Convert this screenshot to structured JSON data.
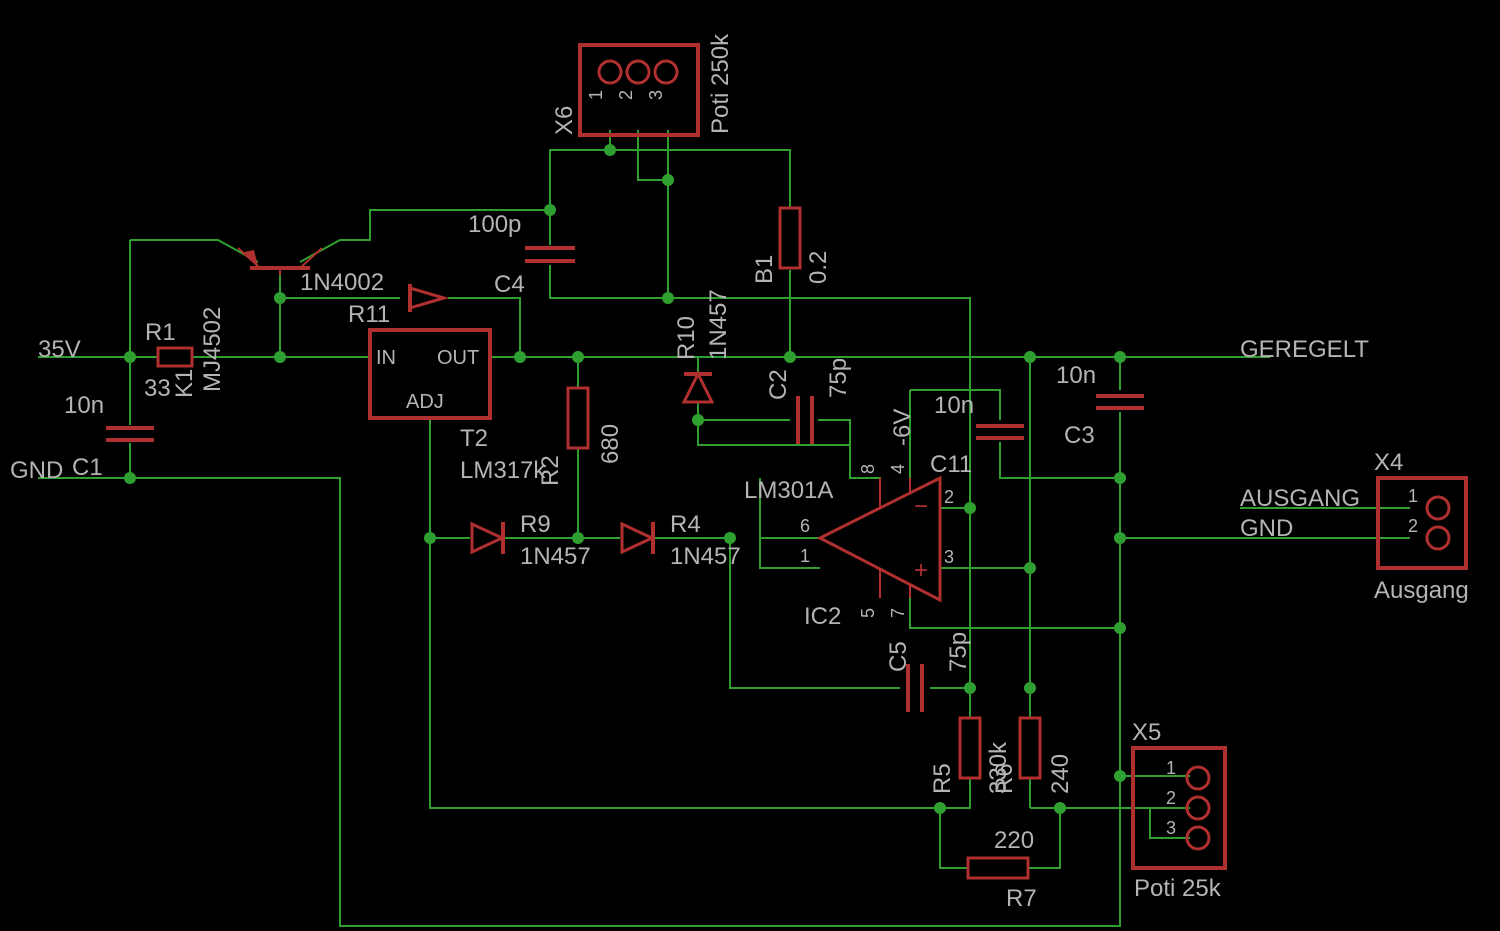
{
  "schematic": {
    "labels": {
      "v35": "35V",
      "gnd_left": "GND",
      "geregelt": "GEREGELT",
      "ausgang_net": "AUSGANG",
      "gnd_out": "GND",
      "ausgang_part": "Ausgang",
      "x4": "X4",
      "x5": "X5",
      "x6": "X6",
      "poti250": "Poti 250k",
      "poti25": "Poti 25k",
      "r1": "R1",
      "r1_val": "33",
      "k1": "K1",
      "mj": "MJ4502",
      "c1": "C1",
      "c1_val": "10n",
      "diode_top": "1N4002",
      "r11": "R11",
      "c4": "C4",
      "c4_val": "100p",
      "r10": "R10",
      "d_r10_val": "1N457",
      "b1": "B1",
      "b1_val": "0.2",
      "c2": "C2",
      "c2_val": "75p",
      "c3": "C3",
      "c3_val": "10n",
      "c11": "C11",
      "c11_val": "10n",
      "neg6v": "-6V",
      "t2": "T2",
      "lm317": "LM317k",
      "r2": "R2",
      "r2_val": "680",
      "r9": "R9",
      "r9_val": "1N457",
      "r4": "R4",
      "r4_val": "1N457",
      "lm301": "LM301A",
      "ic2": "IC2",
      "c5": "C5",
      "c5_val": "75p",
      "r5": "R5",
      "r5_val": "330k",
      "r6": "R6",
      "r6_val": "240",
      "r7": "R7",
      "r7_val": "220",
      "in": "IN",
      "out": "OUT",
      "adj": "ADJ",
      "p1": "1",
      "p2": "2",
      "p3": "3",
      "p4": "4",
      "p5": "5",
      "p6": "6",
      "p7": "7",
      "p8": "8",
      "minus": "−",
      "plus": "+"
    }
  }
}
